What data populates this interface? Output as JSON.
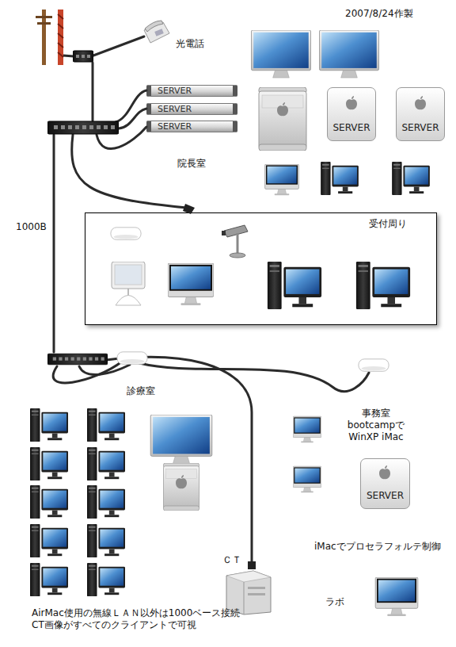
{
  "diagram": {
    "nodes": [
      {
        "text": [
          "SERVER"
        ]
      },
      {
        "text": [
          "SERVER"
        ]
      },
      {
        "text": [
          "SERVER"
        ]
      },
      {
        "text": [
          "SERVER"
        ]
      },
      {
        "text": [
          "SERVER"
        ]
      },
      {
        "text": [
          "受付周り"
        ]
      },
      {
        "text": [
          "SERVER"
        ]
      }
    ],
    "labels": [
      "2007/8/24作製",
      "光電話",
      "院長室",
      "1000B",
      "診療室",
      "事務室 bootcampで WinXP iMac",
      "iMacでプロセラフォルテ制御",
      "ＣＴ",
      "ラボ",
      "AirMac使用の無線ＬＡＮ以外は1000ベース接続 CT画像がすべてのクライアントで可視"
    ]
  }
}
